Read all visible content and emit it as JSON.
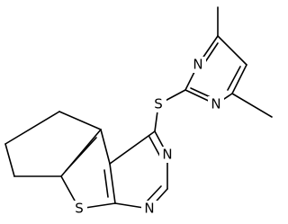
{
  "molecule": {
    "atom_labels": {
      "n_top": "N",
      "n_right": "N",
      "s_link": "S",
      "n_upper": "N",
      "n_lower": "N",
      "s_ring": "S"
    }
  }
}
